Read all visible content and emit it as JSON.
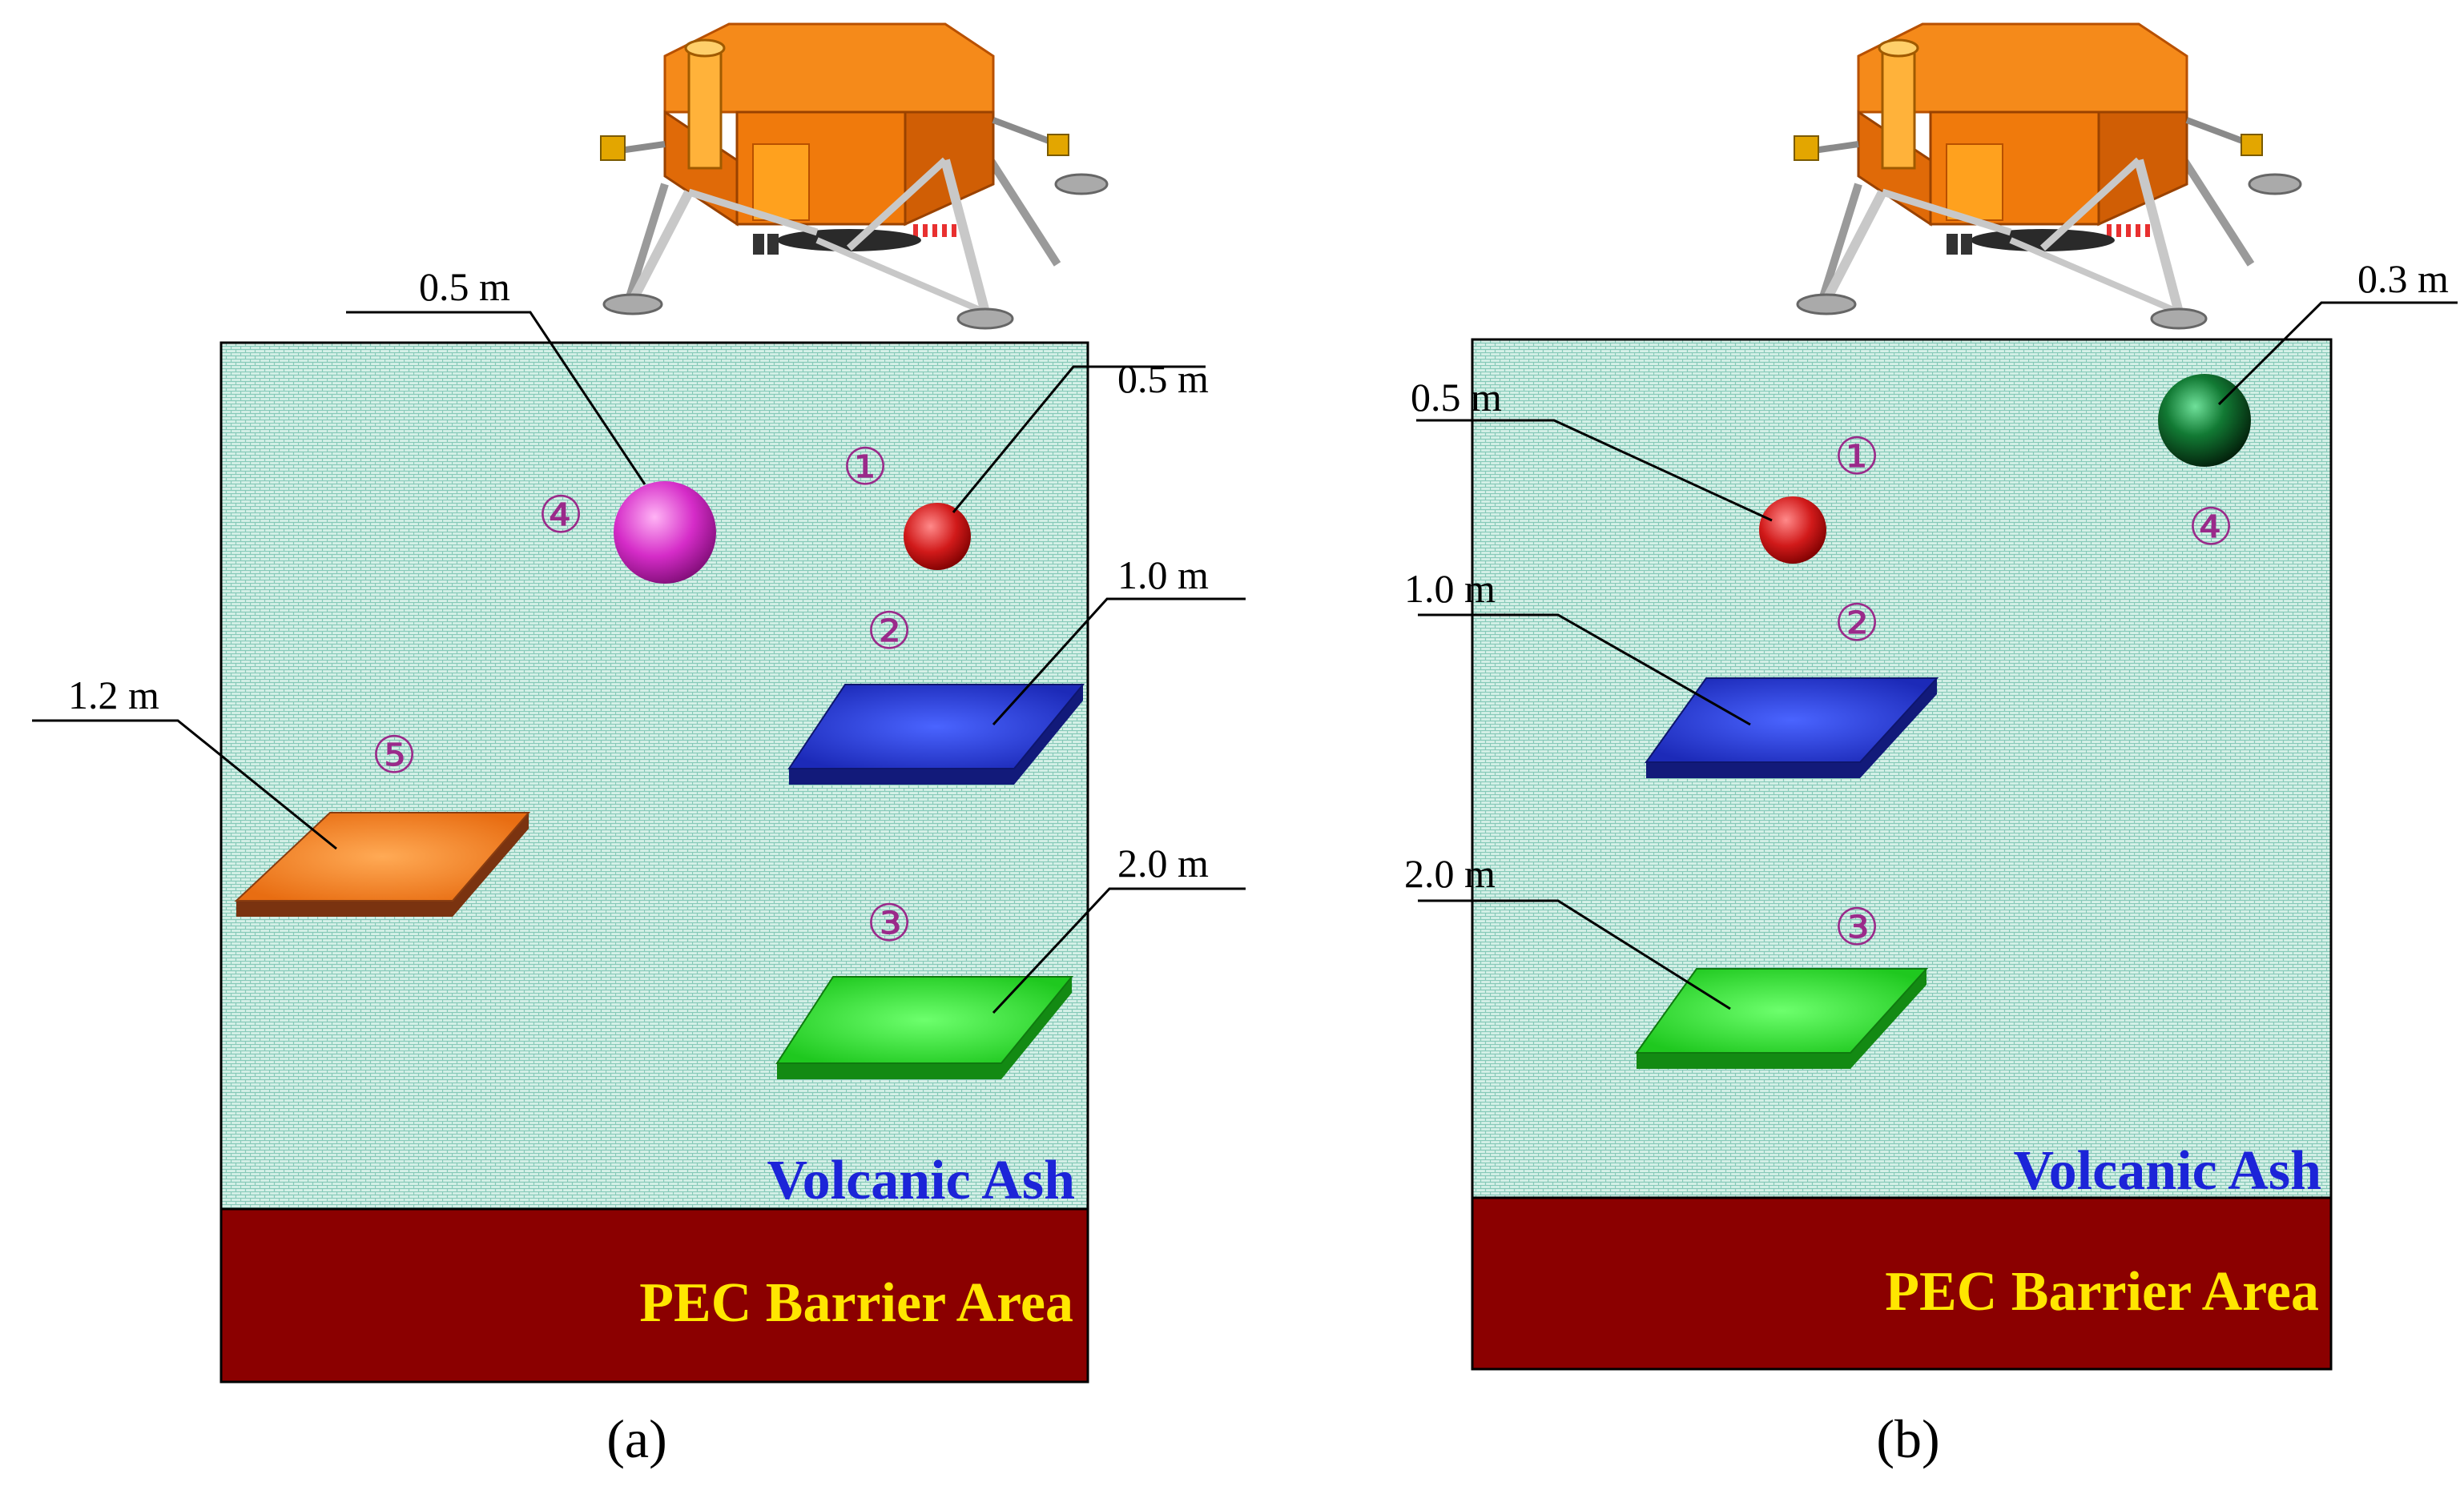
{
  "panels": [
    {
      "id": "a",
      "caption": "(a)",
      "ash_label": "Volcanic Ash",
      "barrier_label": "PEC Barrier Area",
      "targets": [
        {
          "number": "①",
          "shape": "sphere",
          "size": "0.5 m",
          "color": "#d11a1a"
        },
        {
          "number": "②",
          "shape": "plate",
          "size": "1.0 m",
          "color": "#1f2fd0"
        },
        {
          "number": "③",
          "shape": "plate",
          "size": "2.0 m",
          "color": "#22d42a"
        },
        {
          "number": "④",
          "shape": "sphere",
          "size": "0.5 m",
          "color": "#d52cc8"
        },
        {
          "number": "⑤",
          "shape": "plate",
          "size": "1.2 m",
          "color": "#f07a1e"
        }
      ]
    },
    {
      "id": "b",
      "caption": "(b)",
      "ash_label": "Volcanic Ash",
      "barrier_label": "PEC Barrier Area",
      "targets": [
        {
          "number": "①",
          "shape": "sphere",
          "size": "0.5 m",
          "color": "#d11a1a"
        },
        {
          "number": "②",
          "shape": "plate",
          "size": "1.0 m",
          "color": "#1f2fd0"
        },
        {
          "number": "③",
          "shape": "plate",
          "size": "2.0 m",
          "color": "#22d42a"
        },
        {
          "number": "④",
          "shape": "sphere",
          "size": "0.3 m",
          "color": "#0e5a24"
        }
      ]
    }
  ],
  "colors": {
    "ash_fill": "#cdeee4",
    "ash_pattern": "#7fc3b3",
    "barrier": "#8b0000",
    "lander_body": "#f07a0c",
    "lander_dark": "#c25400"
  }
}
